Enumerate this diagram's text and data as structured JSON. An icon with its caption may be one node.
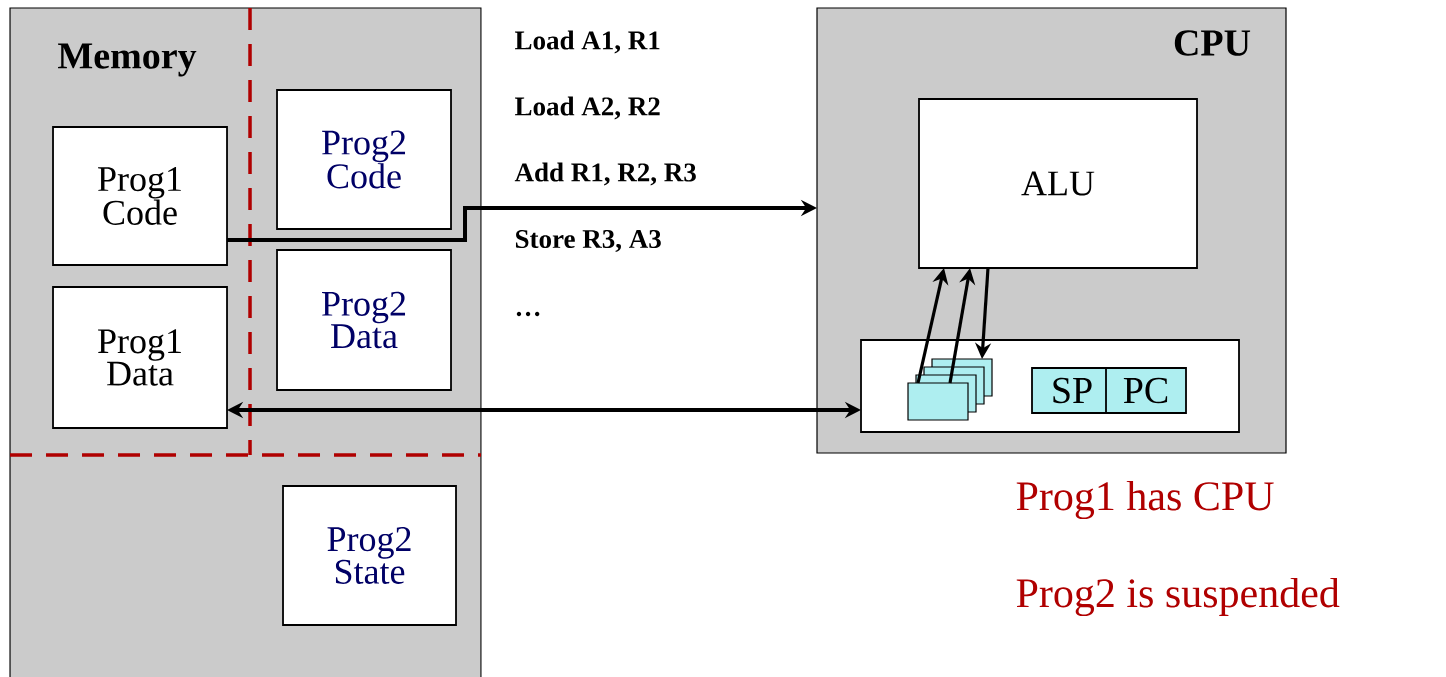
{
  "diagram": {
    "nodes": [
      {
        "text": [
          "Memory"
        ]
      },
      {
        "text": [
          "Prog1 Code"
        ],
        "in": 0
      },
      {
        "text": [
          "Prog2 Code"
        ],
        "in": 0
      },
      {
        "text": [
          "Prog1 Data"
        ],
        "in": 0
      },
      {
        "text": [
          "Prog2 Data"
        ],
        "in": 0
      },
      {
        "text": [
          "Prog2 State"
        ],
        "in": 0
      },
      {
        "text": [
          "CPU"
        ]
      },
      {
        "text": [
          "ALU"
        ],
        "in": 6
      },
      {
        "text": [],
        "shape": "box",
        "in": 6
      },
      {
        "text": [],
        "shape": "box",
        "in": 8
      },
      {
        "text": [
          "SP"
        ],
        "in": 8
      },
      {
        "text": [
          "PC"
        ],
        "in": 8
      }
    ],
    "edges": [
      {
        "from": 1,
        "to": 6,
        "arrow": "to"
      },
      {
        "from": 8,
        "to": 3,
        "arrow": "both"
      },
      {
        "from": 9,
        "to": 7,
        "arrow": "to"
      },
      {
        "from": 9,
        "to": 7,
        "arrow": "to"
      },
      {
        "from": 7,
        "to": 9,
        "arrow": "to"
      }
    ],
    "labels": [
      "Load A1, R1",
      "Load A2, R2",
      "Add R1, R2, R3",
      "Store R3, A3",
      "…",
      "Prog1 has CPU",
      "Prog2 is suspended"
    ]
  }
}
